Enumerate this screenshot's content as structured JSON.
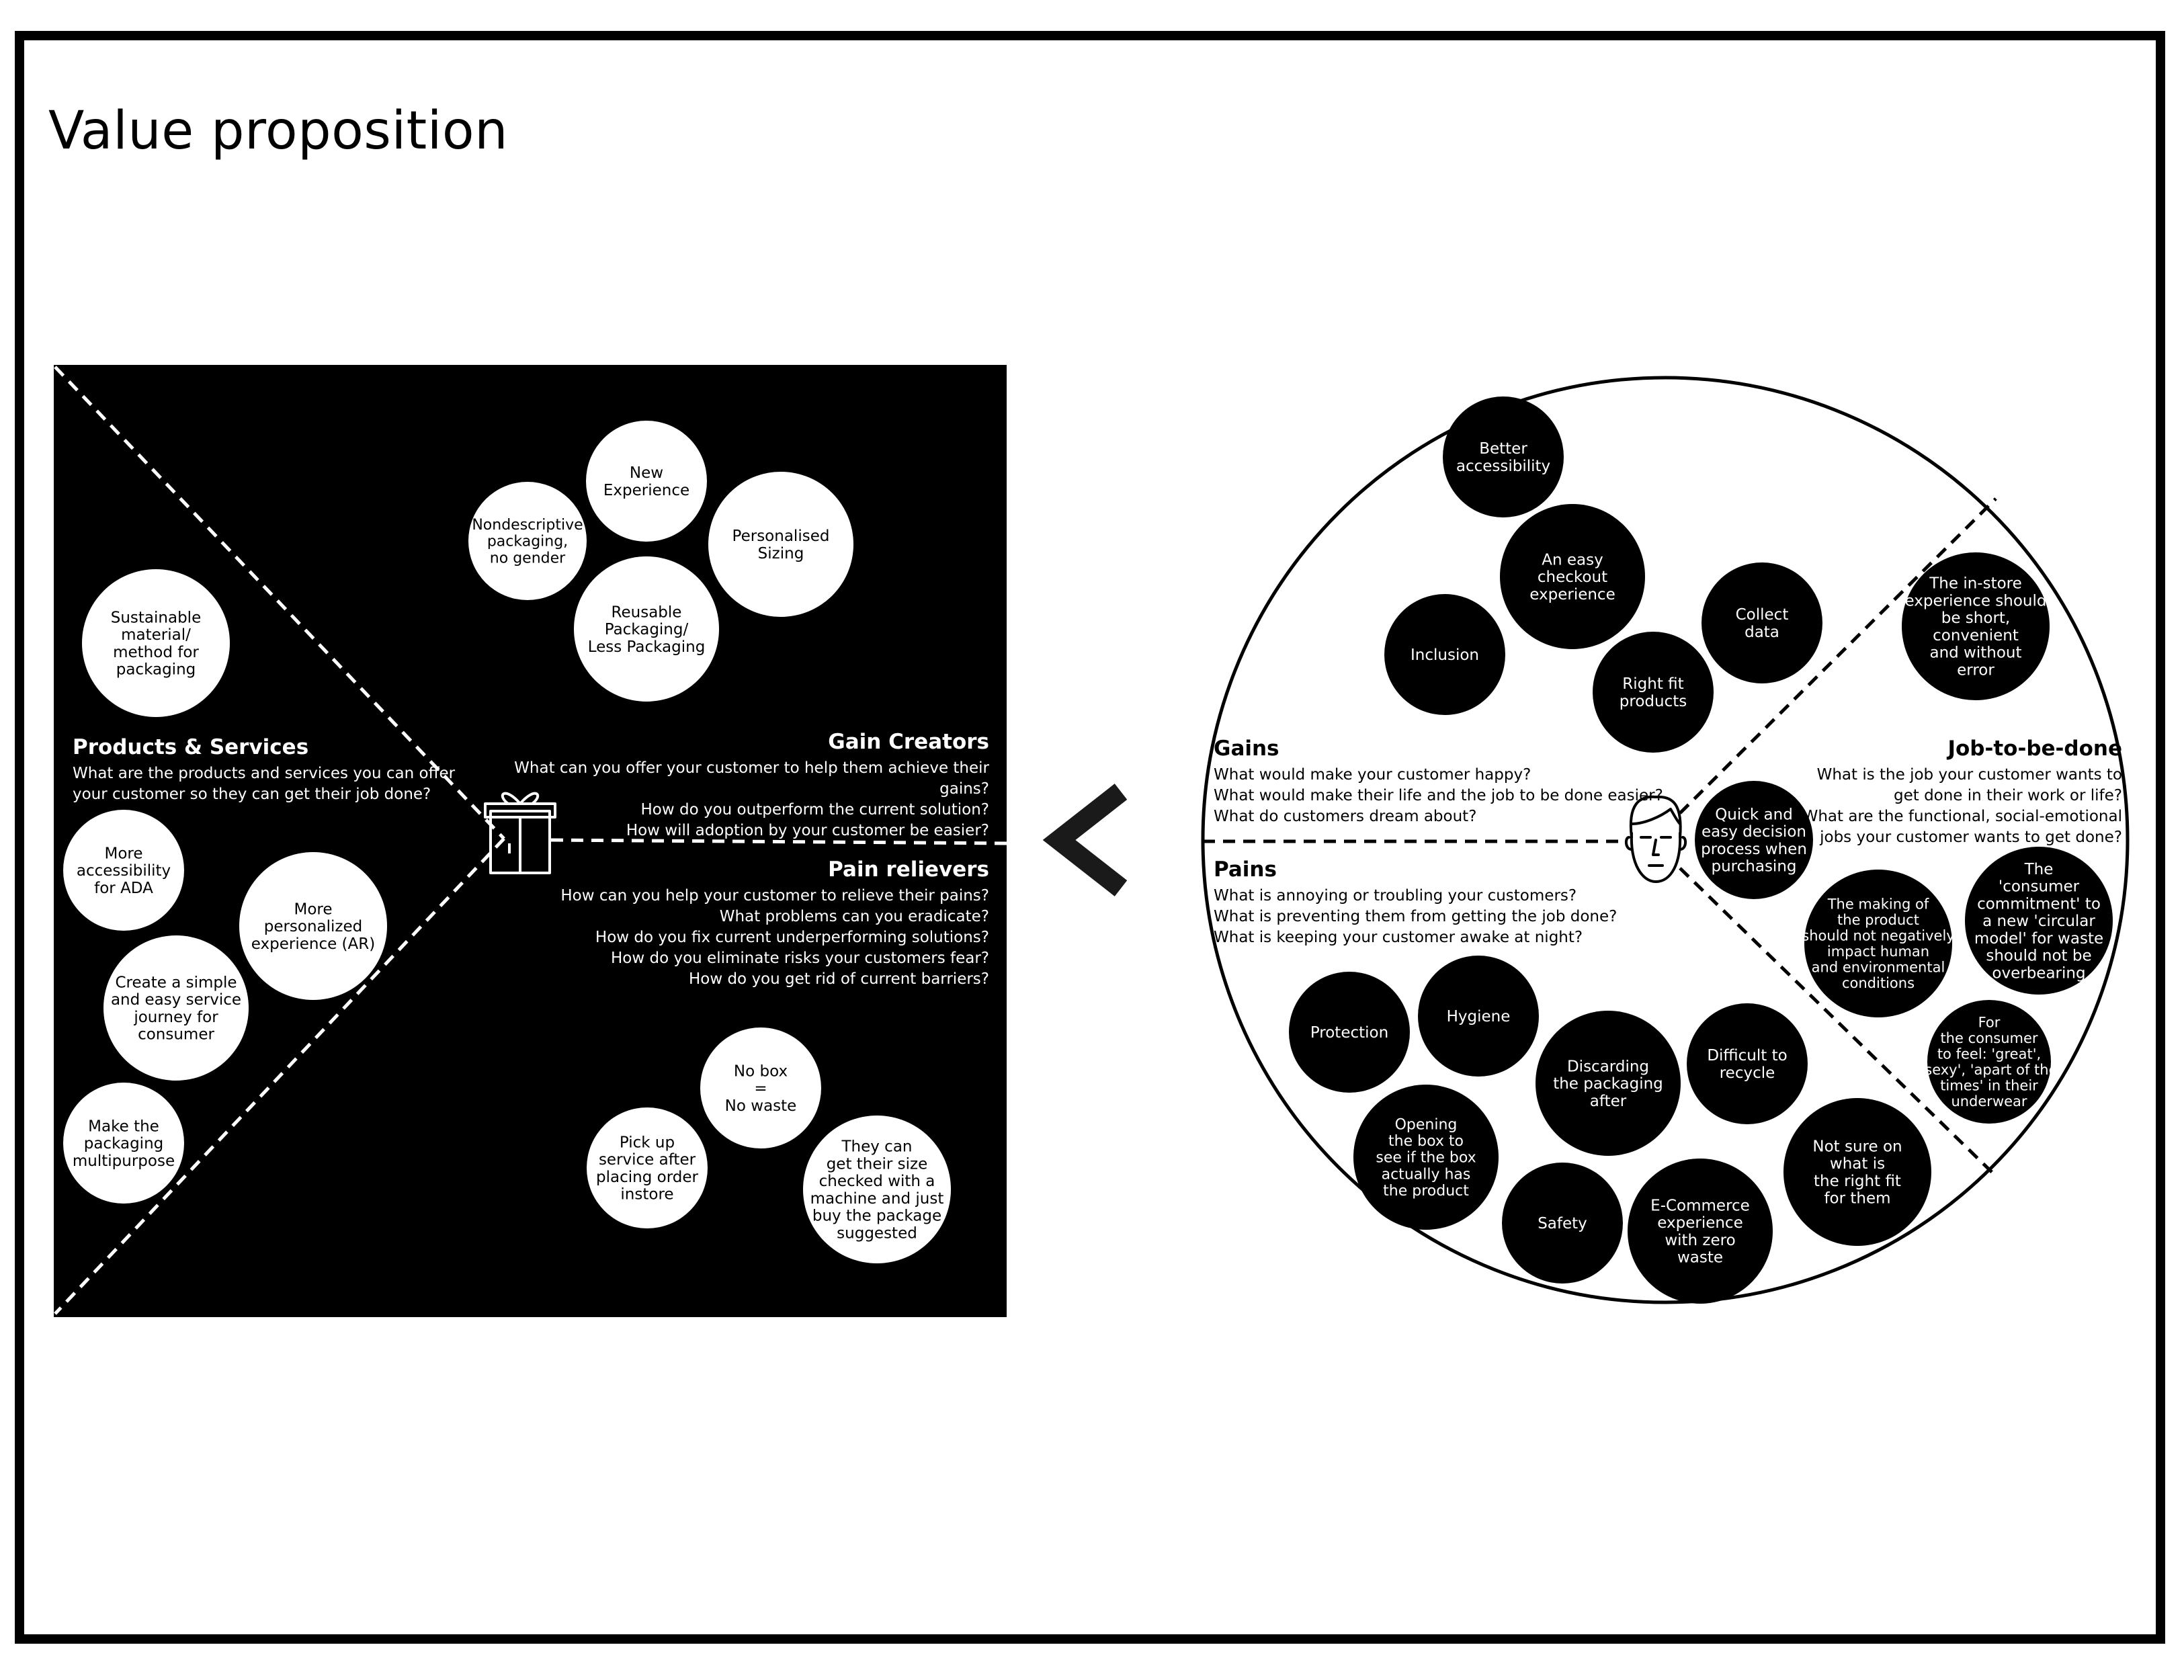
{
  "page": {
    "title": "Value proposition"
  },
  "value_map": {
    "products_services": {
      "heading": "Products & Services",
      "questions": [
        "What are the products and services you can offer",
        "your customer so they can get their job done?"
      ],
      "items": [
        [
          "Sustainable",
          "material/",
          "method for",
          "packaging"
        ],
        [
          "More",
          "accessibility",
          "for ADA"
        ],
        [
          "More",
          "personalized",
          "experience (AR)"
        ],
        [
          "Create a simple",
          "and easy service",
          "journey for",
          "consumer"
        ],
        [
          "Make the",
          "packaging",
          "multipurpose"
        ]
      ]
    },
    "gain_creators": {
      "heading": "Gain Creators",
      "questions": [
        "What can you offer your customer to help them achieve their",
        "gains?",
        "How do you outperform the current solution?",
        "How will adoption by your customer be easier?"
      ],
      "items": [
        [
          "New",
          "Experience"
        ],
        [
          "Nondescriptive",
          "packaging,",
          "no gender"
        ],
        [
          "Personalised",
          "Sizing"
        ],
        [
          "Reusable",
          "Packaging/",
          "Less Packaging"
        ]
      ]
    },
    "pain_relievers": {
      "heading": "Pain relievers",
      "questions": [
        "How can you help your customer to relieve their pains?",
        "What problems can you eradicate?",
        "How do you fix current underperforming solutions?",
        "How do you eliminate risks your customers fear?",
        "How do you get rid of current barriers?"
      ],
      "items": [
        [
          "No box",
          "=",
          "No waste"
        ],
        [
          "Pick up",
          "service after",
          "placing order",
          "instore"
        ],
        [
          "They can",
          "get their size",
          "checked with a",
          "machine and just",
          "buy the package",
          "suggested"
        ]
      ]
    },
    "gift_icon": "gift-icon"
  },
  "connector_icon": "chevron-left-icon",
  "customer_profile": {
    "gains": {
      "heading": "Gains",
      "questions": [
        "What would make your customer happy?",
        "What would make their life and the job to be done easier?",
        "What do customers dream about?"
      ],
      "items": [
        [
          "Better",
          "accessibility"
        ],
        [
          "An easy",
          "checkout",
          "experience"
        ],
        [
          "Inclusion"
        ],
        [
          "Collect",
          "data"
        ],
        [
          "Right fit",
          "products"
        ]
      ]
    },
    "jobs": {
      "heading": "Job-to-be-done",
      "questions": [
        "What is the job your customer wants to",
        "get done in their work or life?",
        "What are the functional, social-emotional",
        "jobs your customer wants to get done?"
      ],
      "items": [
        [
          "The in-store",
          "experience should",
          "be short,",
          "convenient",
          "and without",
          "error"
        ],
        [
          "Quick and",
          "easy decision",
          "process when",
          "purchasing"
        ],
        [
          "The making of",
          "the product",
          "should not negatively",
          "impact human",
          "and environmental",
          "conditions"
        ],
        [
          "The",
          "'consumer",
          "commitment' to",
          "a new 'circular",
          "model' for waste",
          "should not be",
          "overbearing"
        ],
        [
          "For",
          "the consumer",
          "to feel: 'great',",
          "'sexy', 'apart of the",
          "times' in their",
          "underwear"
        ]
      ]
    },
    "pains": {
      "heading": "Pains",
      "questions": [
        "What is annoying or troubling your customers?",
        "What is preventing them from getting the job done?",
        "What is keeping your customer awake at night?"
      ],
      "items": [
        [
          "Protection"
        ],
        [
          "Hygiene"
        ],
        [
          "Discarding",
          "the packaging",
          "after"
        ],
        [
          "Difficult to",
          "recycle"
        ],
        [
          "Opening",
          "the box to",
          "see if the box",
          "actually has",
          "the product"
        ],
        [
          "Not sure on",
          "what is",
          "the right fit",
          "for them"
        ],
        [
          "Safety"
        ],
        [
          "E-Commerce",
          "experience",
          "with zero",
          "waste"
        ]
      ]
    },
    "face_icon": "face-icon"
  },
  "colors": {
    "ink": "#000000",
    "paper": "#ffffff"
  }
}
